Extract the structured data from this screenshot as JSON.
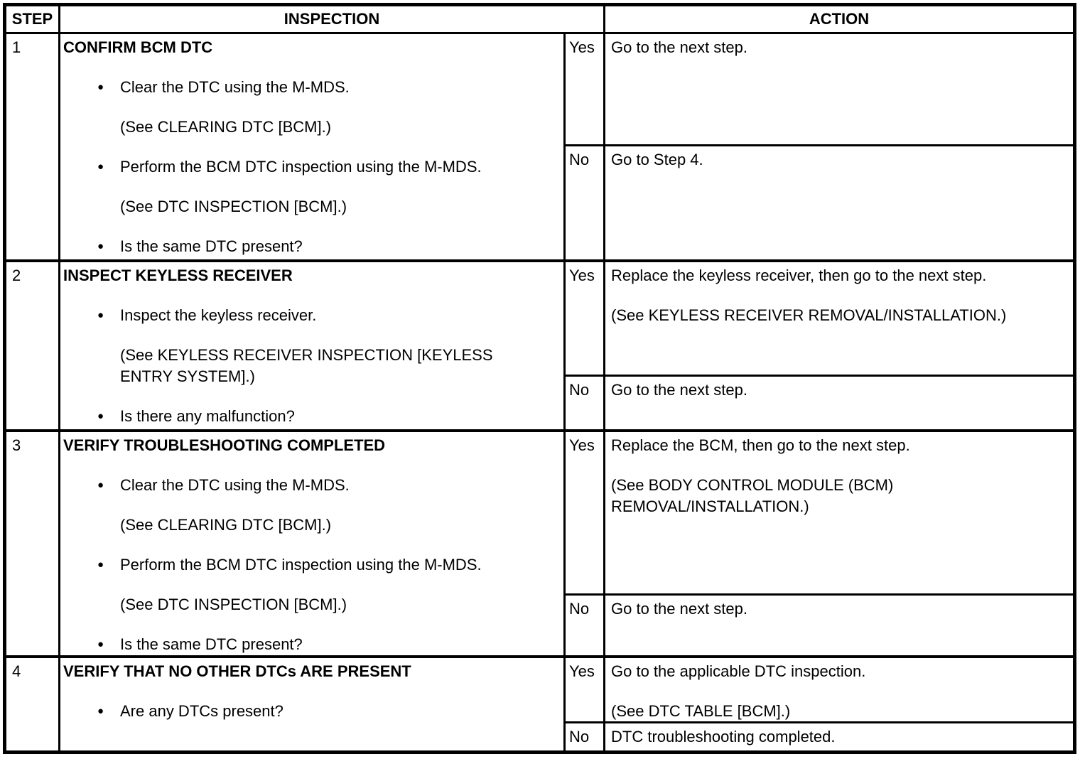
{
  "header": {
    "step": "STEP",
    "inspection": "INSPECTION",
    "action": "ACTION"
  },
  "rows": [
    {
      "step": "1",
      "inspection": {
        "title": "CONFIRM BCM DTC",
        "items": [
          {
            "kind": "bullet",
            "text": "Clear the DTC using the M-MDS."
          },
          {
            "kind": "note",
            "text": "(See CLEARING DTC [BCM].)"
          },
          {
            "kind": "bullet",
            "text": "Perform the BCM DTC inspection using the M-MDS."
          },
          {
            "kind": "note",
            "text": "(See DTC INSPECTION [BCM].)"
          },
          {
            "kind": "bullet",
            "text": "Is the same DTC present?"
          }
        ]
      },
      "yes": {
        "label": "Yes",
        "lines": [
          "Go to the next step."
        ]
      },
      "no": {
        "label": "No",
        "lines": [
          "Go to Step 4."
        ]
      }
    },
    {
      "step": "2",
      "inspection": {
        "title": "INSPECT KEYLESS RECEIVER",
        "items": [
          {
            "kind": "bullet",
            "text": "Inspect the keyless receiver."
          },
          {
            "kind": "note",
            "text": "(See KEYLESS RECEIVER INSPECTION [KEYLESS\nENTRY SYSTEM].)"
          },
          {
            "kind": "bullet",
            "text": "Is there any malfunction?"
          }
        ]
      },
      "yes": {
        "label": "Yes",
        "lines": [
          "Replace the keyless receiver, then go to the next step.",
          "(See KEYLESS RECEIVER REMOVAL/INSTALLATION.)"
        ]
      },
      "no": {
        "label": "No",
        "lines": [
          "Go to the next step."
        ]
      }
    },
    {
      "step": "3",
      "inspection": {
        "title": "VERIFY TROUBLESHOOTING COMPLETED",
        "items": [
          {
            "kind": "bullet",
            "text": "Clear the DTC using the M-MDS."
          },
          {
            "kind": "note",
            "text": "(See CLEARING DTC [BCM].)"
          },
          {
            "kind": "bullet",
            "text": "Perform the BCM DTC inspection using the M-MDS."
          },
          {
            "kind": "note",
            "text": "(See DTC INSPECTION [BCM].)"
          },
          {
            "kind": "bullet",
            "text": "Is the same DTC present?"
          }
        ]
      },
      "yes": {
        "label": "Yes",
        "lines": [
          "Replace the BCM, then go to the next step.",
          "(See BODY CONTROL MODULE (BCM)\nREMOVAL/INSTALLATION.)"
        ]
      },
      "no": {
        "label": "No",
        "lines": [
          "Go to the next step."
        ]
      }
    },
    {
      "step": "4",
      "inspection": {
        "title": "VERIFY THAT NO OTHER DTCs ARE PRESENT",
        "items": [
          {
            "kind": "bullet",
            "text": "Are any DTCs present?"
          }
        ]
      },
      "yes": {
        "label": "Yes",
        "lines": [
          "Go to the applicable DTC inspection.",
          "(See DTC TABLE [BCM].)"
        ]
      },
      "no": {
        "label": "No",
        "lines": [
          "DTC troubleshooting completed."
        ]
      }
    }
  ]
}
